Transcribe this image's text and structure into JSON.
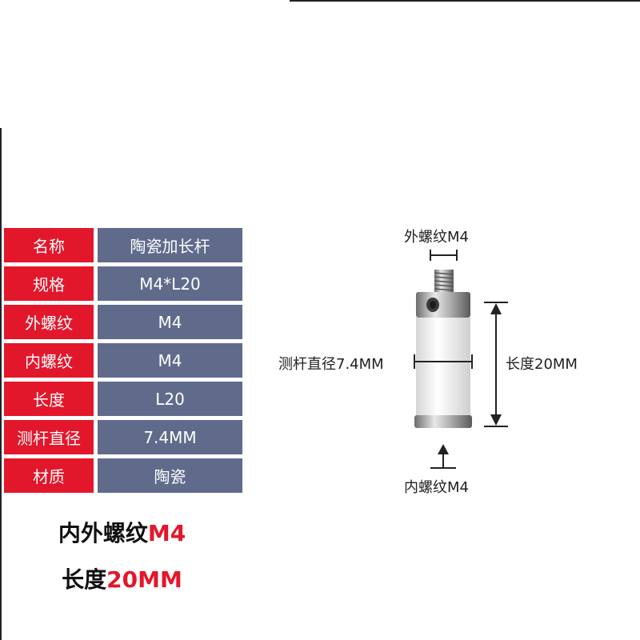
{
  "spec_table": {
    "rows": [
      {
        "key": "名称",
        "value": "陶瓷加长杆"
      },
      {
        "key": "规格",
        "value": "M4*L20"
      },
      {
        "key": "外螺纹",
        "value": "M4"
      },
      {
        "key": "内螺纹",
        "value": "M4"
      },
      {
        "key": "长度",
        "value": "L20"
      },
      {
        "key": "测杆直径",
        "value": "7.4MM"
      },
      {
        "key": "材质",
        "value": "陶瓷"
      }
    ]
  },
  "summary": {
    "line1_text": "内外螺纹",
    "line1_highlight": "M4",
    "line2_text": "长度",
    "line2_highlight": "20MM"
  },
  "diagram": {
    "top_label": "外螺纹M4",
    "left_label": "测杆直径7.4MM",
    "right_label": "长度20MM",
    "bottom_label": "内螺纹M4"
  },
  "colors": {
    "key_cell": "#e3172b",
    "value_cell": "#606b8c",
    "highlight": "#e3172b"
  }
}
